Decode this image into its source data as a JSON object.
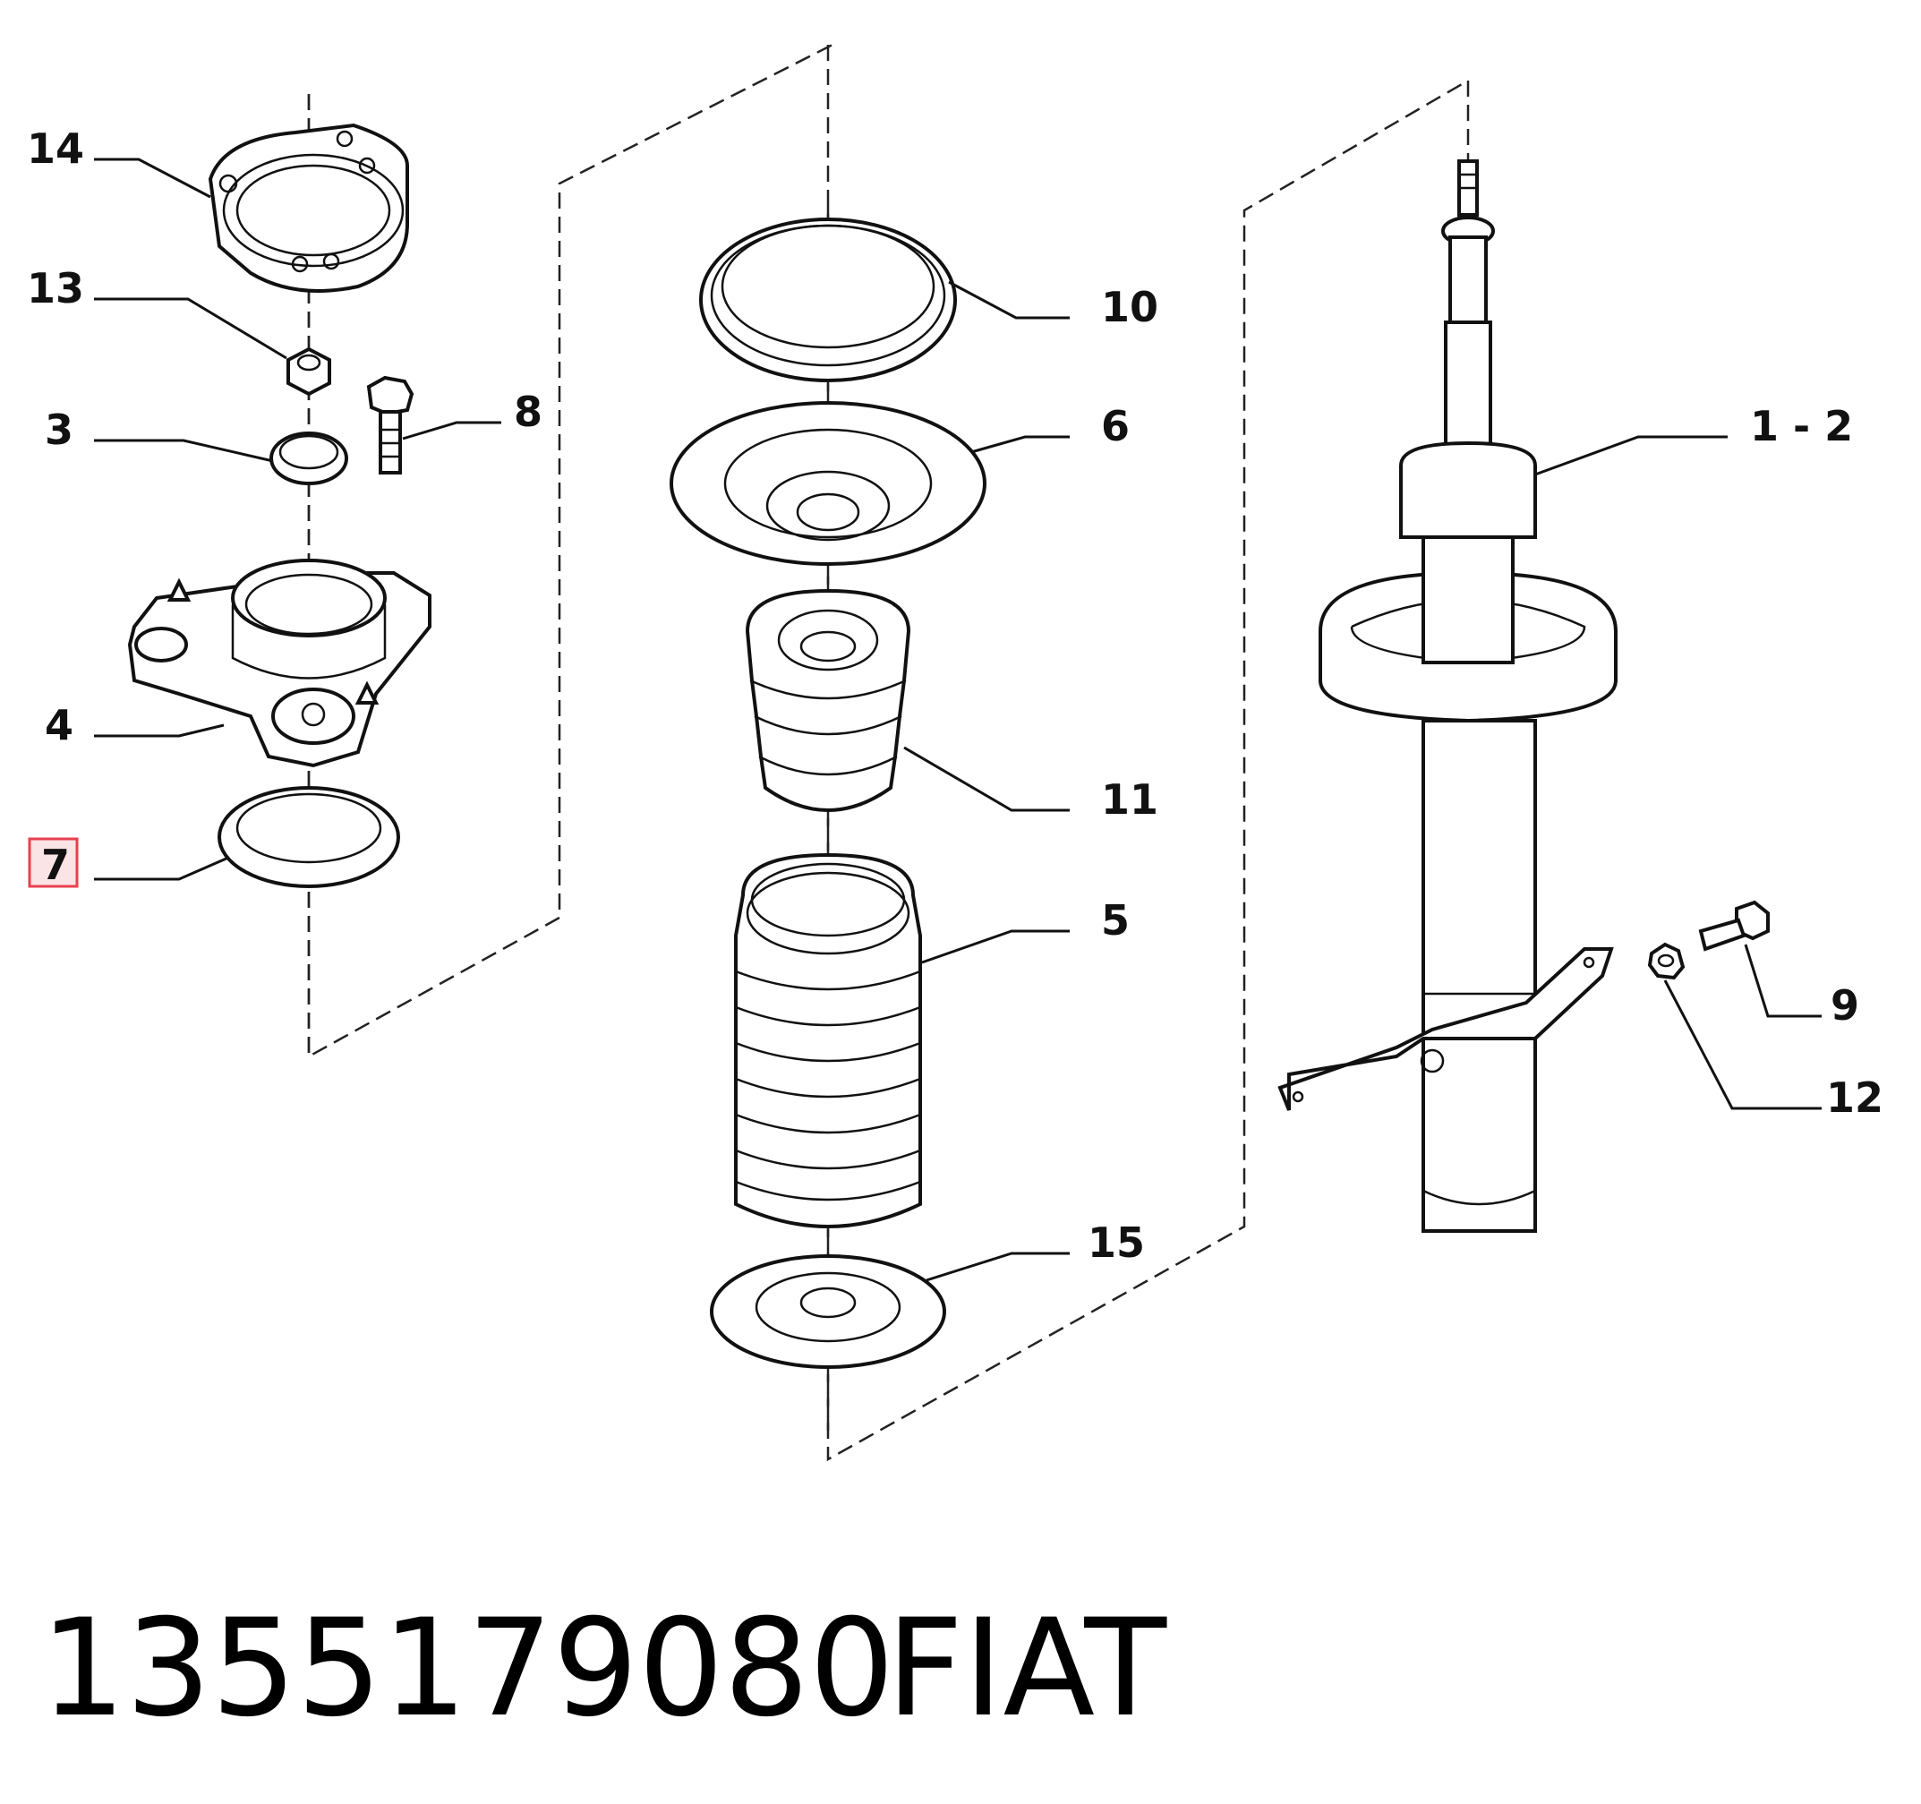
{
  "diagram": {
    "callouts": [
      {
        "id": "c14",
        "label": "14"
      },
      {
        "id": "c13",
        "label": "13"
      },
      {
        "id": "c3",
        "label": "3"
      },
      {
        "id": "c8",
        "label": "8"
      },
      {
        "id": "c4",
        "label": "4"
      },
      {
        "id": "c7",
        "label": "7",
        "highlighted": true
      },
      {
        "id": "c10",
        "label": "10"
      },
      {
        "id": "c6",
        "label": "6"
      },
      {
        "id": "c11",
        "label": "11"
      },
      {
        "id": "c5",
        "label": "5"
      },
      {
        "id": "c15",
        "label": "15"
      },
      {
        "id": "c12label",
        "label": "1 - 2"
      },
      {
        "id": "c9",
        "label": "9"
      },
      {
        "id": "c12",
        "label": "12"
      }
    ],
    "highlight_color": "#e8404f"
  },
  "footer": {
    "part_number": "1355179080",
    "brand": "FIAT"
  }
}
